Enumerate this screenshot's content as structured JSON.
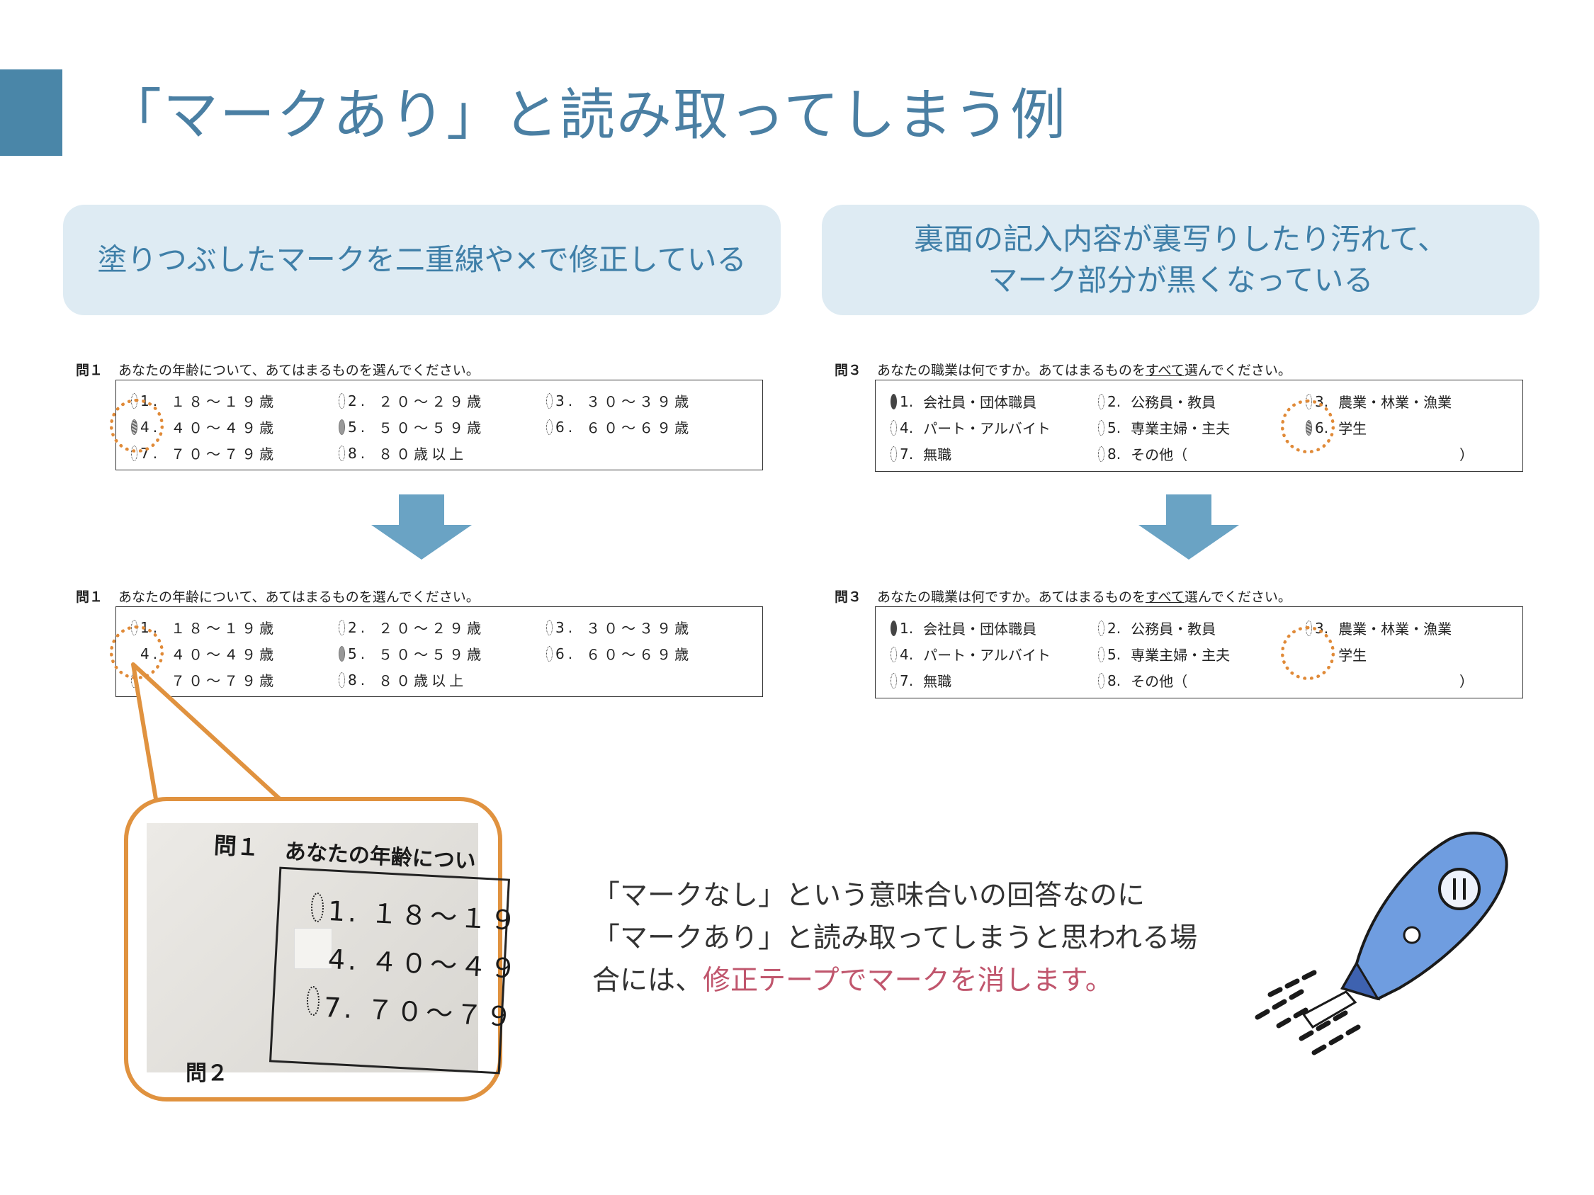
{
  "title": "「マークあり」と読み取ってしまう例",
  "callouts": {
    "left": "塗りつぶしたマークを二重線や×で修正している",
    "right_line1": "裏面の記入内容が裏写りしたり汚れて、",
    "right_line2": "マーク部分が黒くなっている"
  },
  "q1": {
    "num": "問１",
    "text": "あなたの年齢について、あてはまるものを選んでください。",
    "options": [
      {
        "n": "1.",
        "label": "１８～１９歳"
      },
      {
        "n": "2.",
        "label": "２０～２９歳"
      },
      {
        "n": "3.",
        "label": "３０～３９歳"
      },
      {
        "n": "4.",
        "label": "４０～４９歳"
      },
      {
        "n": "5.",
        "label": "５０～５９歳"
      },
      {
        "n": "6.",
        "label": "６０～６９歳"
      },
      {
        "n": "7.",
        "label": "７０～７９歳"
      },
      {
        "n": "8.",
        "label": "８０歳以上"
      }
    ]
  },
  "q3": {
    "num": "問３",
    "text_before": "あなたの職業は何ですか。あてはまるものを",
    "text_underlined": "すべて",
    "text_after": "選んでください。",
    "options": [
      {
        "n": "1.",
        "label": "会社員・団体職員"
      },
      {
        "n": "2.",
        "label": "公務員・教員"
      },
      {
        "n": "3.",
        "label": "農業・林業・漁業"
      },
      {
        "n": "4.",
        "label": "パート・アルバイト"
      },
      {
        "n": "5.",
        "label": "専業主婦・主夫"
      },
      {
        "n": "6.",
        "label": "学生"
      },
      {
        "n": "7.",
        "label": "無職"
      },
      {
        "n": "8.",
        "label": "その他（"
      },
      {
        "n": "",
        "label": "）"
      }
    ]
  },
  "photo": {
    "q": "問１",
    "text": "あなたの年齢につい",
    "line1": "1.  １８～１９",
    "line2": "4.  ４０～４９",
    "line3": "7.  ７０～７９",
    "bottom": "問２"
  },
  "body": {
    "line1": "「マークなし」という意味合いの回答なのに",
    "line2": "「マークあり」と読み取ってしまうと思われる場",
    "line3_prefix": "合には、",
    "line3_highlight": "修正テープでマークを消します。"
  },
  "colors": {
    "accent": "#4a86a8",
    "callout_bg": "#deebf3",
    "highlight": "#c0566d",
    "circle": "#e08a38",
    "arrow": "#6aa3c4"
  }
}
